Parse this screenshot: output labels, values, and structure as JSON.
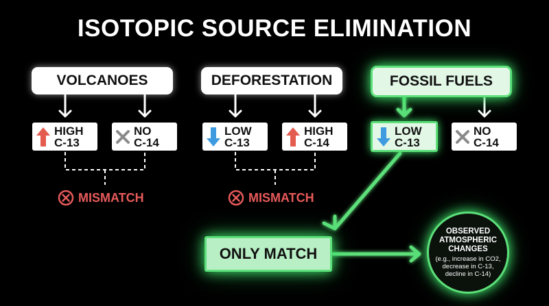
{
  "title": "ISOTOPIC SOURCE ELIMINATION",
  "sources": [
    {
      "label": "VOLCANOES",
      "properties": [
        {
          "icon": "up-arrow-icon",
          "line1": "HIGH",
          "line2": "C-13"
        },
        {
          "icon": "cross-icon",
          "line1": "NO",
          "line2": "C-14"
        }
      ],
      "result": "MISMATCH"
    },
    {
      "label": "DEFORESTATION",
      "properties": [
        {
          "icon": "down-arrow-icon",
          "line1": "LOW",
          "line2": "C-13"
        },
        {
          "icon": "up-arrow-icon",
          "line1": "HIGH",
          "line2": "C-14"
        }
      ],
      "result": "MISMATCH"
    },
    {
      "label": "FOSSIL FUELS",
      "properties": [
        {
          "icon": "down-arrow-icon",
          "line1": "LOW",
          "line2": "C-13"
        },
        {
          "icon": "cross-icon",
          "line1": "NO",
          "line2": "C-14"
        }
      ]
    }
  ],
  "only_match": "ONLY MATCH",
  "observed": {
    "heading_lines": [
      "OBSERVED",
      "ATMOSPHERIC",
      "CHANGES"
    ],
    "detail_lines": [
      "(e.g., increase in CO2,",
      "decrease in C-13,",
      "decline in C-14)"
    ]
  },
  "colors": {
    "background": "#000000",
    "accent_green": "#5de07a",
    "mismatch_red": "#e85a5a",
    "arrow_up_red": "#e45c50",
    "arrow_down_blue": "#3f9be0",
    "cross_gray": "#8a8a8a"
  }
}
